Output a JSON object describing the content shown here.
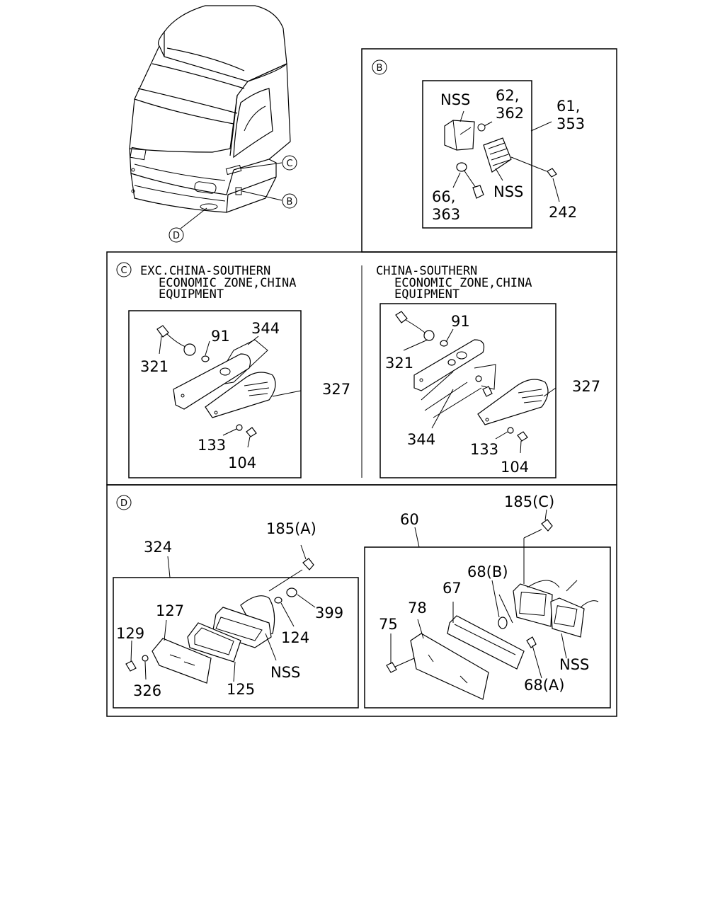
{
  "section_b": {
    "marker": "B",
    "labels": {
      "nss_top": "NSS",
      "n62": "62,",
      "n362": "362",
      "n61": "61,",
      "n353": "353",
      "nss_lens": "NSS",
      "n66": "66,",
      "n363": "363",
      "n242": "242"
    }
  },
  "cab_callouts": {
    "c": "C",
    "b": "B",
    "d": "D"
  },
  "section_c_left": {
    "marker": "C",
    "header": [
      "EXC.CHINA-SOUTHERN",
      "ECONOMIC ZONE,CHINA",
      "EQUIPMENT"
    ],
    "labels": {
      "n91": "91",
      "n344": "344",
      "n321": "321",
      "n327": "327",
      "n133": "133",
      "n104": "104"
    }
  },
  "section_c_right": {
    "header": [
      "CHINA-SOUTHERN",
      "ECONOMIC ZONE,CHINA",
      "EQUIPMENT"
    ],
    "labels": {
      "n91": "91",
      "n321": "321",
      "n327": "327",
      "n344": "344",
      "n133": "133",
      "n104": "104"
    }
  },
  "section_d": {
    "marker": "D",
    "left_labels": {
      "n324": "324",
      "n185a": "185(A)",
      "n127": "127",
      "n129": "129",
      "n399": "399",
      "n124": "124",
      "nss": "NSS",
      "n326": "326",
      "n125": "125"
    },
    "right_labels": {
      "n185c": "185(C)",
      "n60": "60",
      "n68b": "68(B)",
      "n67": "67",
      "n78": "78",
      "n75": "75",
      "nss": "NSS",
      "n68a": "68(A)"
    }
  }
}
